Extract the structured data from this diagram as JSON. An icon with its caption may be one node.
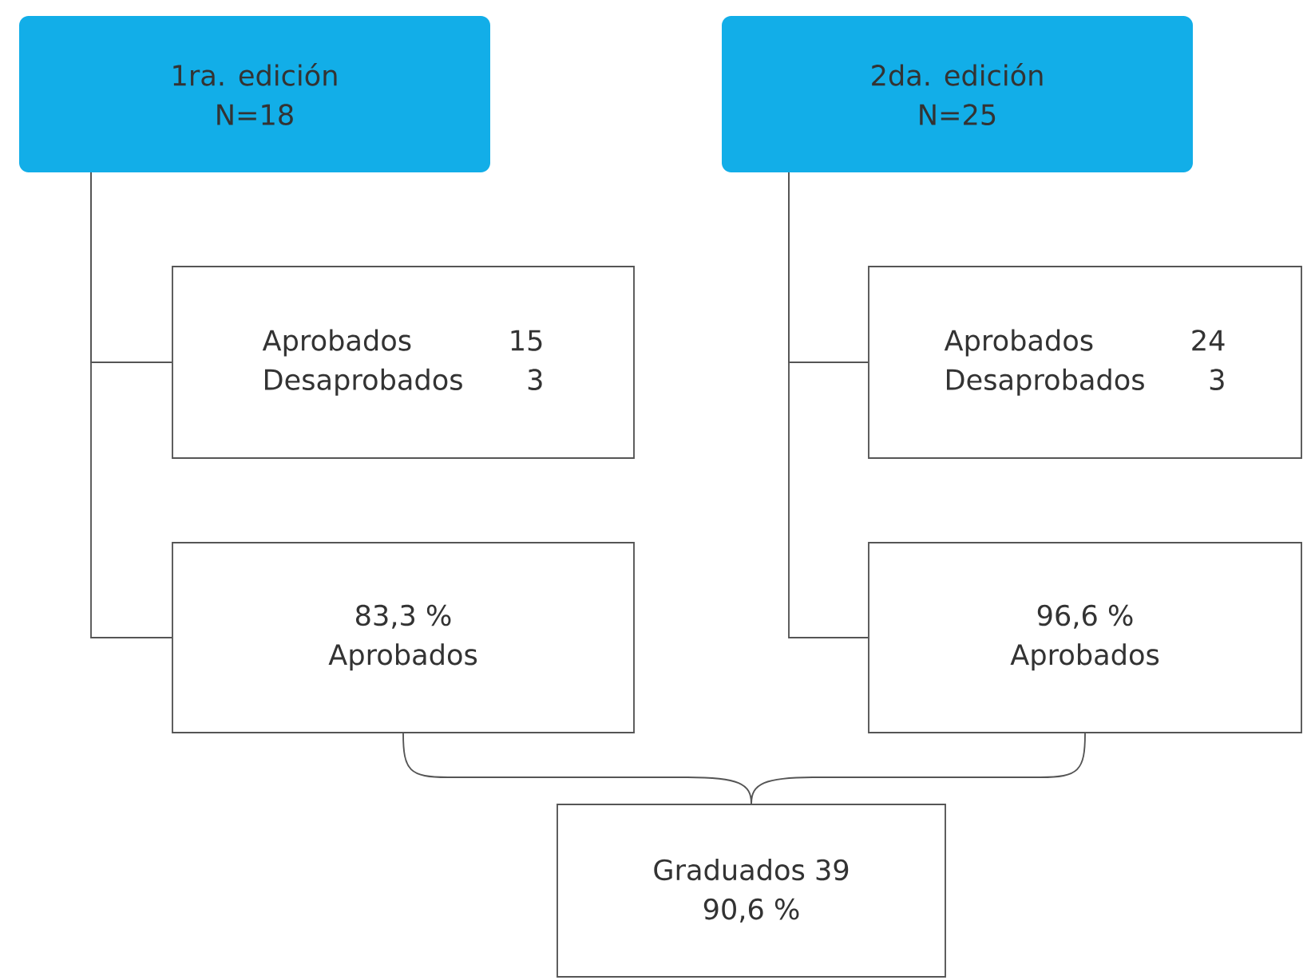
{
  "diagram": {
    "nodes": [
      {
        "text": [
          "1ra. edición",
          "N=18"
        ]
      },
      {
        "text": [
          "Aprobados",
          "15",
          "Desaprobados",
          "3"
        ]
      },
      {
        "text": [
          "83,3 %",
          "Aprobados"
        ]
      },
      {
        "text": [
          "2da. edición",
          "N=25"
        ]
      },
      {
        "text": [
          "Aprobados",
          "24",
          "Desaprobados",
          "3"
        ]
      },
      {
        "text": [
          "96,6 %",
          "Aprobados"
        ]
      },
      {
        "text": [
          "Graduados 39",
          "90,6 %"
        ]
      }
    ],
    "edges": [
      {
        "from": 0,
        "to": 1,
        "arrow": "none"
      },
      {
        "from": 0,
        "to": 2,
        "arrow": "none"
      },
      {
        "from": 3,
        "to": 4,
        "arrow": "none"
      },
      {
        "from": 3,
        "to": 5,
        "arrow": "none"
      },
      {
        "from": 2,
        "to": 6,
        "arrow": "none"
      },
      {
        "from": 5,
        "to": 6,
        "arrow": "none"
      }
    ]
  }
}
